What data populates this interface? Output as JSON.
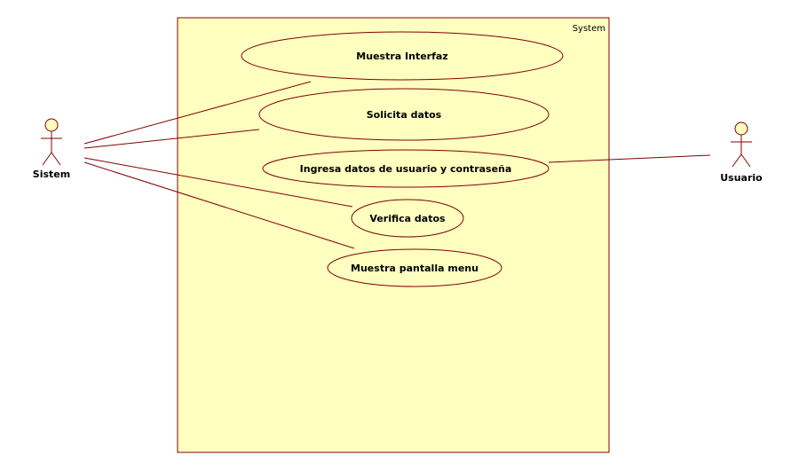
{
  "system": {
    "label": "System",
    "fill": "#ffffc0",
    "stroke": "#800000"
  },
  "actors": [
    {
      "id": "sistem",
      "label": "Sistem"
    },
    {
      "id": "usuario",
      "label": "Usuario"
    }
  ],
  "use_cases": [
    {
      "id": "uc1",
      "label": "Muestra Interfaz"
    },
    {
      "id": "uc2",
      "label": "Solicita datos"
    },
    {
      "id": "uc3",
      "label": "Ingresa datos de usuario y contraseña"
    },
    {
      "id": "uc4",
      "label": "Verifica datos"
    },
    {
      "id": "uc5",
      "label": "Muestra pantalla menu"
    }
  ],
  "associations": [
    {
      "from": "sistem",
      "to": "uc1"
    },
    {
      "from": "sistem",
      "to": "uc2"
    },
    {
      "from": "sistem",
      "to": "uc4"
    },
    {
      "from": "sistem",
      "to": "uc5"
    },
    {
      "from": "usuario",
      "to": "uc3"
    }
  ],
  "colors": {
    "line": "#800000",
    "actor_head": "#ffffc0",
    "ellipse_fill": "#ffffc0"
  }
}
